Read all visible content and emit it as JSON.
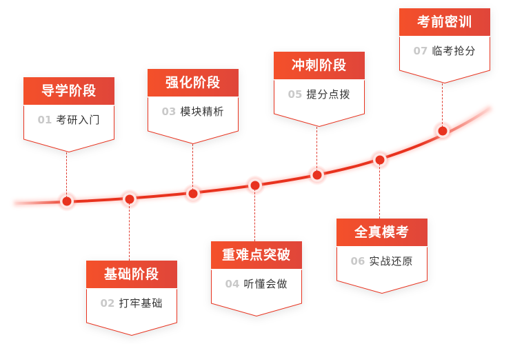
{
  "diagram": {
    "type": "timeline",
    "colors": {
      "accent": "#e8321e",
      "header_start": "#f4502a",
      "header_end": "#e0463a",
      "ghost_number": "#f0f0f0",
      "body_text": "#333333"
    },
    "stages": [
      {
        "number": "01",
        "title": "导学阶段",
        "subtitle": "考研入门",
        "position": "above"
      },
      {
        "number": "02",
        "title": "基础阶段",
        "subtitle": "打牢基础",
        "position": "below"
      },
      {
        "number": "03",
        "title": "强化阶段",
        "subtitle": "模块精析",
        "position": "above"
      },
      {
        "number": "04",
        "title": "重难点突破",
        "subtitle": "听懂会做",
        "position": "below"
      },
      {
        "number": "05",
        "title": "冲刺阶段",
        "subtitle": "提分点拨",
        "position": "above"
      },
      {
        "number": "06",
        "title": "全真模考",
        "subtitle": "实战还原",
        "position": "below"
      },
      {
        "number": "07",
        "title": "考前密训",
        "subtitle": "临考抢分",
        "position": "above"
      }
    ]
  }
}
